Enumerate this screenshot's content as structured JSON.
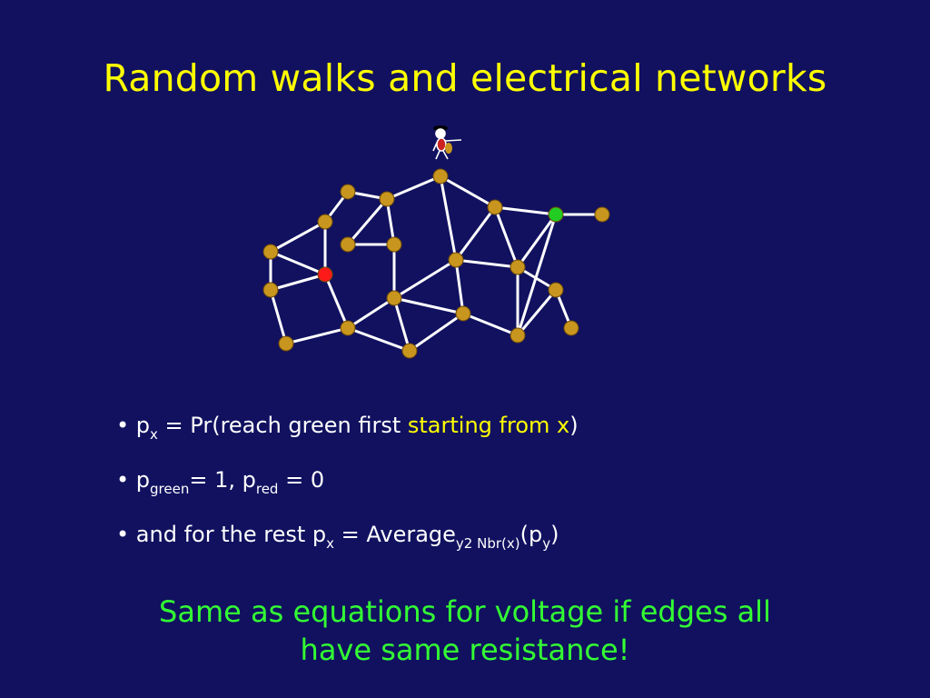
{
  "colors": {
    "background": "#111160",
    "title": "#FFFF00",
    "body_text": "#FFFFFF",
    "highlight": "#FFFF00",
    "conclusion": "#33FF33",
    "node": "#C8961E",
    "node_stroke": "#6E4A0A",
    "edge": "#FFFFFF",
    "green_node": "#22CC22",
    "red_node": "#FF1A1A"
  },
  "slide": {
    "title": "Random walks and electrical networks",
    "walker_icon": "walking-figure-icon",
    "bullets": [
      {
        "marker": "•",
        "b1_p": "p",
        "b1_p_sub": "x",
        "b1_mid": " = Pr(reach green first ",
        "b1_highlight": "starting from x",
        "b1_end": ")"
      },
      {
        "marker": "•",
        "b2_p1": "p",
        "b2_p1_sub": "green",
        "b2_mid": "= 1, p",
        "b2_p2_sub": "red",
        "b2_end": " = 0"
      },
      {
        "marker": "•",
        "b3_text": "and for the rest p",
        "b3_sub_x": "x",
        "b3_mid": " = Average",
        "b3_sub_nbr": "y2 Nbr(x)",
        "b3_paren": "(p",
        "b3_sub_y": "y",
        "b3_end": ")"
      }
    ],
    "conclusion_line1": "Same as equations for voltage if edges all",
    "conclusion_line2": "have same resistance!"
  }
}
